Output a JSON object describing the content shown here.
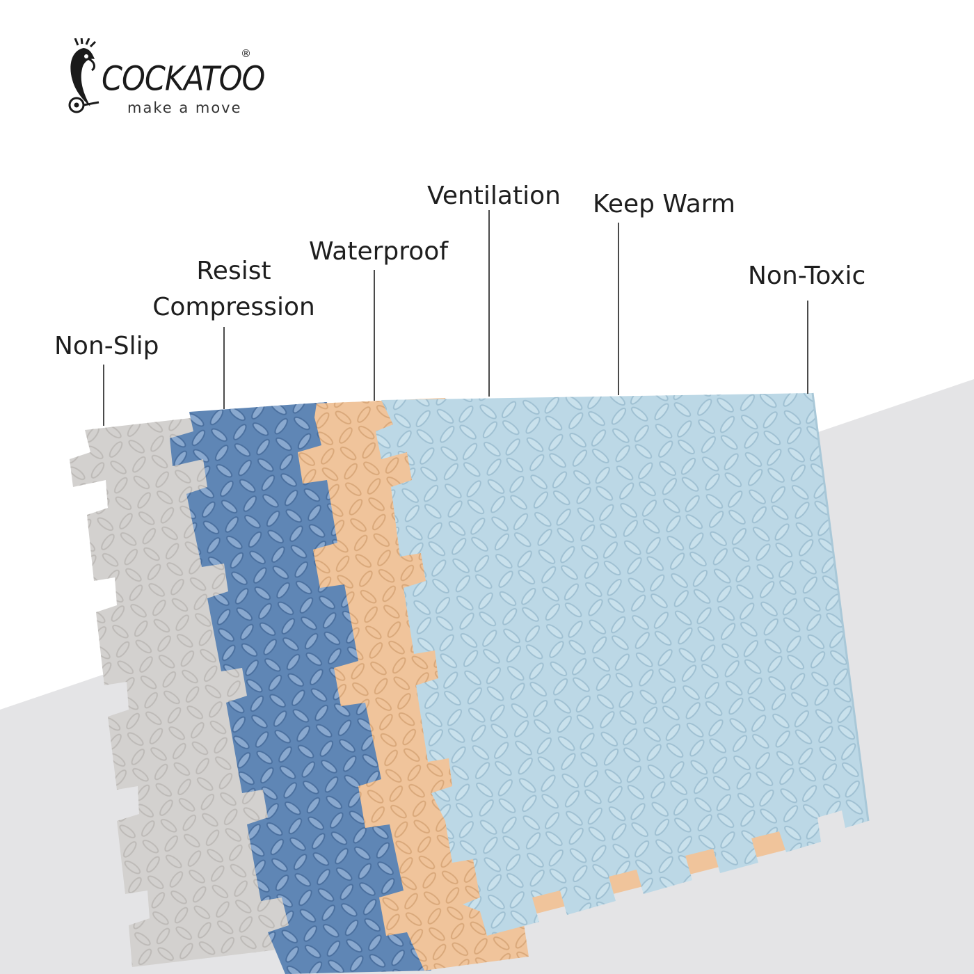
{
  "brand": {
    "name": "COCKATOO",
    "registered": "®",
    "tagline": "make a move",
    "logo_icon": "cockatoo-bird-icon"
  },
  "features": [
    {
      "id": "non-slip",
      "label": "Non-Slip"
    },
    {
      "id": "resist-compression",
      "label_line1": "Resist",
      "label_line2": "Compression"
    },
    {
      "id": "waterproof",
      "label": "Waterproof"
    },
    {
      "id": "ventilation",
      "label": "Ventilation"
    },
    {
      "id": "keep-warm",
      "label": "Keep Warm"
    },
    {
      "id": "non-toxic",
      "label": "Non-Toxic"
    }
  ],
  "colors": {
    "tile_grey": "#d3d1cf",
    "tile_blue": "#5f86b5",
    "tile_peach": "#f0c49b",
    "tile_lightblue": "#bcd8e6",
    "floor": "#e4e4e6",
    "text": "#1e1e1e"
  }
}
